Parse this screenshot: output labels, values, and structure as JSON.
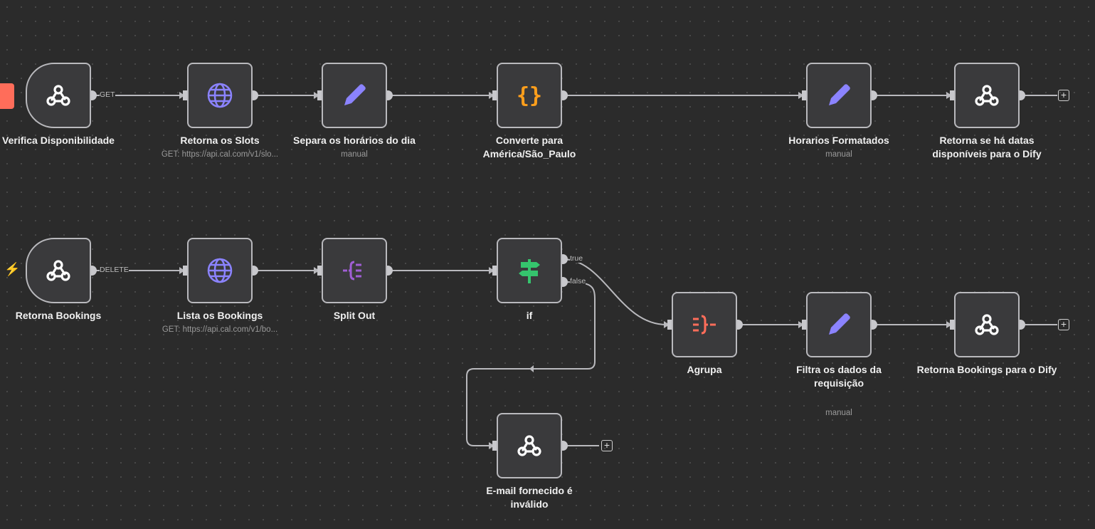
{
  "nodes": [
    {
      "id": "verifica",
      "name": "Verifica Disponibilidade",
      "subtitle": "",
      "icon": "webhook-icon",
      "trigger": true
    },
    {
      "id": "slots",
      "name": "Retorna os Slots",
      "subtitle": "GET: https://api.cal.com/v1/slo...",
      "icon": "globe-icon"
    },
    {
      "id": "separa",
      "name": "Separa os horários do dia",
      "subtitle": "manual",
      "icon": "pencil-icon"
    },
    {
      "id": "converte",
      "name": "Converte para América/São_Paulo",
      "subtitle": "",
      "icon": "code-braces-icon"
    },
    {
      "id": "horarios",
      "name": "Horarios Formatados",
      "subtitle": "manual",
      "icon": "pencil-icon"
    },
    {
      "id": "retorna_datas",
      "name": "Retorna se há datas disponíveis para o Dify",
      "subtitle": "",
      "icon": "webhook-icon"
    },
    {
      "id": "bookings",
      "name": "Retorna Bookings",
      "subtitle": "",
      "icon": "webhook-icon",
      "trigger": true
    },
    {
      "id": "lista",
      "name": "Lista os Bookings",
      "subtitle": "GET: https://api.cal.com/v1/bo...",
      "icon": "globe-icon"
    },
    {
      "id": "split",
      "name": "Split Out",
      "subtitle": "",
      "icon": "split-out-icon"
    },
    {
      "id": "if",
      "name": "if",
      "subtitle": "",
      "icon": "signpost-icon"
    },
    {
      "id": "agrupa",
      "name": "Agrupa",
      "subtitle": "",
      "icon": "aggregate-icon"
    },
    {
      "id": "filtra",
      "name": "Filtra os dados da requisição",
      "subtitle": "manual",
      "icon": "pencil-icon"
    },
    {
      "id": "retorna_dify",
      "name": "Retorna Bookings para o Dify",
      "subtitle": "",
      "icon": "webhook-icon"
    },
    {
      "id": "email",
      "name": "E-mail fornecido é inválido",
      "subtitle": "",
      "icon": "webhook-icon"
    }
  ],
  "edge_labels": {
    "get": "GET",
    "delete": "DELETE",
    "true": "true",
    "false": "false"
  },
  "add_button": "+",
  "colors": {
    "background": "#2b2b2b",
    "trigger": "#ff6d5a",
    "globe": "#8b83ff",
    "pencil": "#8b83ff",
    "code": "#ff9f1c",
    "if": "#35c46d",
    "split": "#a05ed4",
    "aggregate": "#ff6d5a"
  }
}
